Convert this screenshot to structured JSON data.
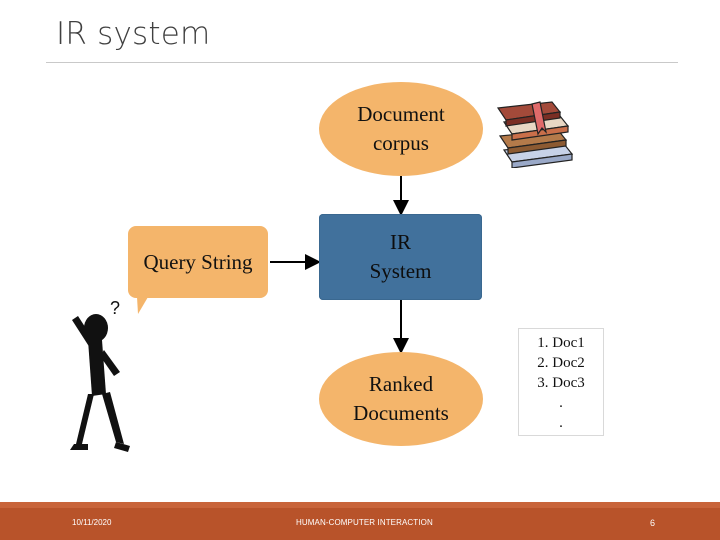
{
  "title": "IR system",
  "nodes": {
    "corpus": "Document\ncorpus",
    "ir_system": "IR\nSystem",
    "ranked": "Ranked\nDocuments",
    "query": "Query String"
  },
  "results": [
    "1. Doc1",
    "2. Doc2",
    "3. Doc3",
    ".",
    "."
  ],
  "footer": {
    "date": "10/11/2020",
    "course": "HUMAN-COMPUTER INTERACTION",
    "page": "6"
  },
  "colors": {
    "node_fill": "#f4b56b",
    "system_fill": "#41719c",
    "footer_bar": "#b8532a"
  }
}
